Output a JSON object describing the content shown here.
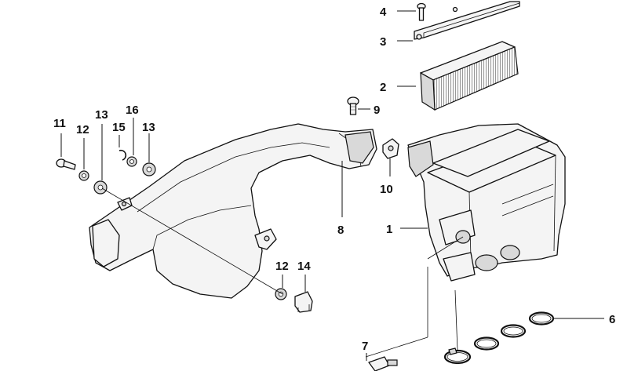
{
  "callouts": {
    "c1": "1",
    "c2": "2",
    "c3": "3",
    "c4": "4",
    "c6": "6",
    "c7": "7",
    "c8": "8",
    "c9": "9",
    "c10": "10",
    "c11": "11",
    "c12a": "12",
    "c12b": "12",
    "c13a": "13",
    "c13b": "13",
    "c14": "14",
    "c15": "15",
    "c16": "16"
  }
}
